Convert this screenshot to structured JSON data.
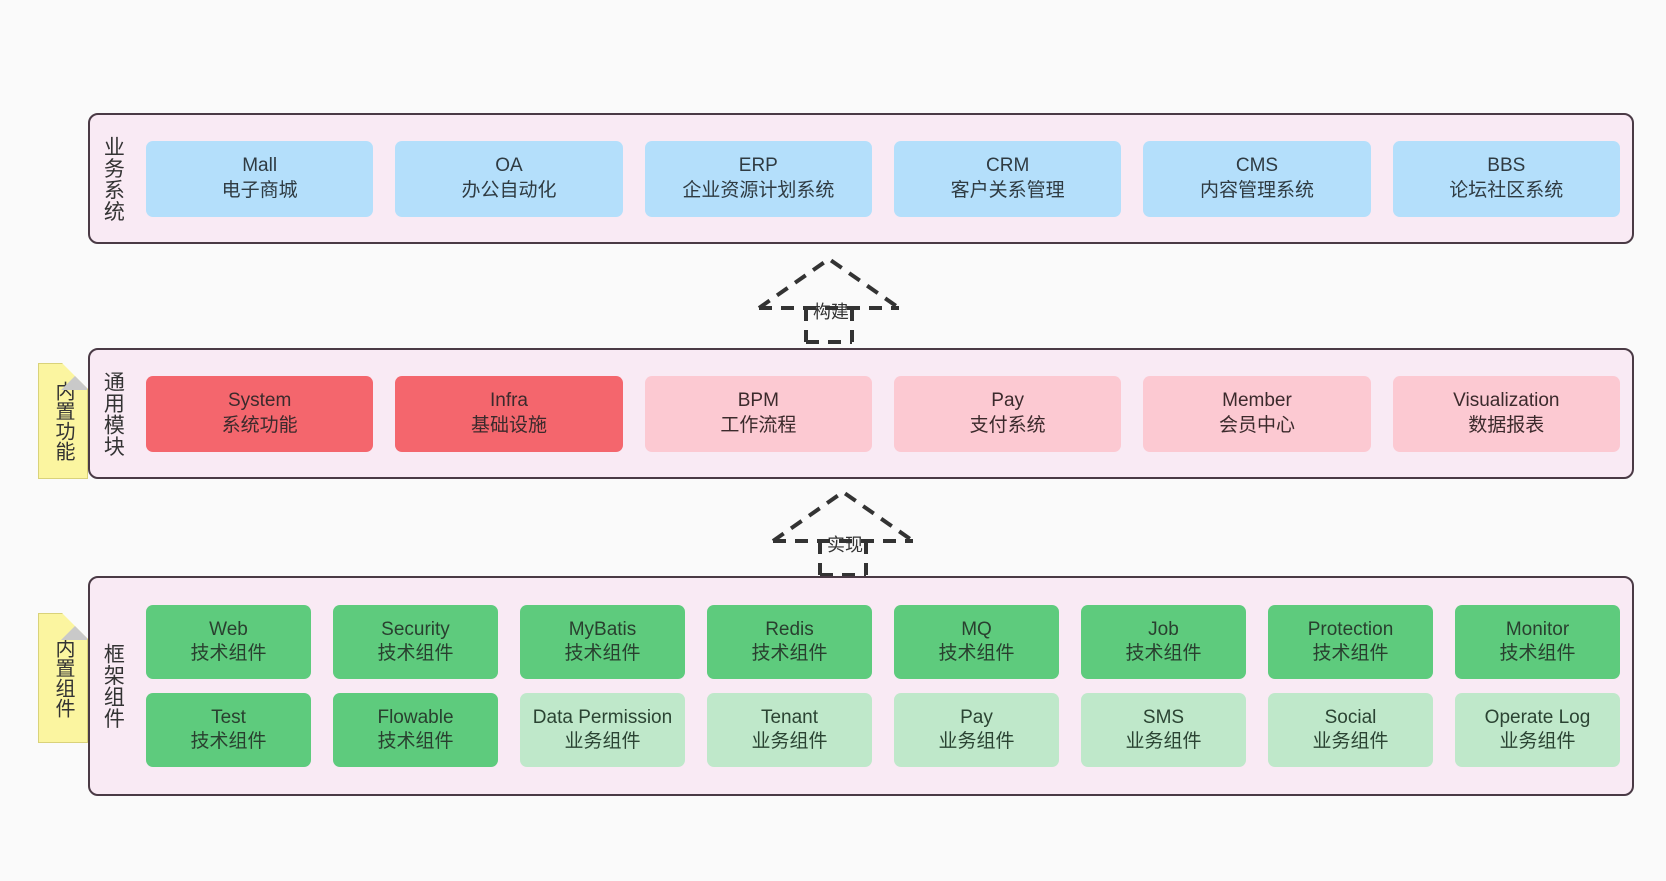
{
  "diagram": {
    "background": "#fafafa",
    "layer_bg": "#f9eaf4",
    "layer_border": "#4a3a45",
    "colors": {
      "blue": "#b4dffb",
      "red": "#f4666d",
      "pink": "#fcc9d2",
      "green": "#5ecb7d",
      "green_light": "#bfe8ca",
      "note_yellow": "#fbf5a0",
      "note_fold": "#c9c9c9"
    }
  },
  "layers": {
    "business": {
      "title": "业务系统",
      "cards": [
        {
          "name": "Mall",
          "desc": "电子商城"
        },
        {
          "name": "OA",
          "desc": "办公自动化"
        },
        {
          "name": "ERP",
          "desc": "企业资源计划系统"
        },
        {
          "name": "CRM",
          "desc": "客户关系管理"
        },
        {
          "name": "CMS",
          "desc": "内容管理系统"
        },
        {
          "name": "BBS",
          "desc": "论坛社区系统"
        }
      ]
    },
    "common": {
      "title": "通用模块",
      "note": "内置功能",
      "cards": [
        {
          "name": "System",
          "desc": "系统功能",
          "style": "red"
        },
        {
          "name": "Infra",
          "desc": "基础设施",
          "style": "red"
        },
        {
          "name": "BPM",
          "desc": "工作流程",
          "style": "pink"
        },
        {
          "name": "Pay",
          "desc": "支付系统",
          "style": "pink"
        },
        {
          "name": "Member",
          "desc": "会员中心",
          "style": "pink"
        },
        {
          "name": "Visualization",
          "desc": "数据报表",
          "style": "pink"
        }
      ]
    },
    "framework": {
      "title": "框架组件",
      "note": "内置组件",
      "row1": [
        {
          "name": "Web",
          "desc": "技术组件",
          "style": "green"
        },
        {
          "name": "Security",
          "desc": "技术组件",
          "style": "green"
        },
        {
          "name": "MyBatis",
          "desc": "技术组件",
          "style": "green"
        },
        {
          "name": "Redis",
          "desc": "技术组件",
          "style": "green"
        },
        {
          "name": "MQ",
          "desc": "技术组件",
          "style": "green"
        },
        {
          "name": "Job",
          "desc": "技术组件",
          "style": "green"
        },
        {
          "name": "Protection",
          "desc": "技术组件",
          "style": "green"
        },
        {
          "name": "Monitor",
          "desc": "技术组件",
          "style": "green"
        }
      ],
      "row2": [
        {
          "name": "Test",
          "desc": "技术组件",
          "style": "green"
        },
        {
          "name": "Flowable",
          "desc": "技术组件",
          "style": "green"
        },
        {
          "name": "Data Permission",
          "desc": "业务组件",
          "style": "green_light"
        },
        {
          "name": "Tenant",
          "desc": "业务组件",
          "style": "green_light"
        },
        {
          "name": "Pay",
          "desc": "业务组件",
          "style": "green_light"
        },
        {
          "name": "SMS",
          "desc": "业务组件",
          "style": "green_light"
        },
        {
          "name": "Social",
          "desc": "业务组件",
          "style": "green_light"
        },
        {
          "name": "Operate Log",
          "desc": "业务组件",
          "style": "green_light"
        }
      ]
    }
  },
  "arrows": [
    {
      "label": "构建",
      "from": "common",
      "to": "business"
    },
    {
      "label": "实现",
      "from": "framework",
      "to": "common"
    }
  ]
}
